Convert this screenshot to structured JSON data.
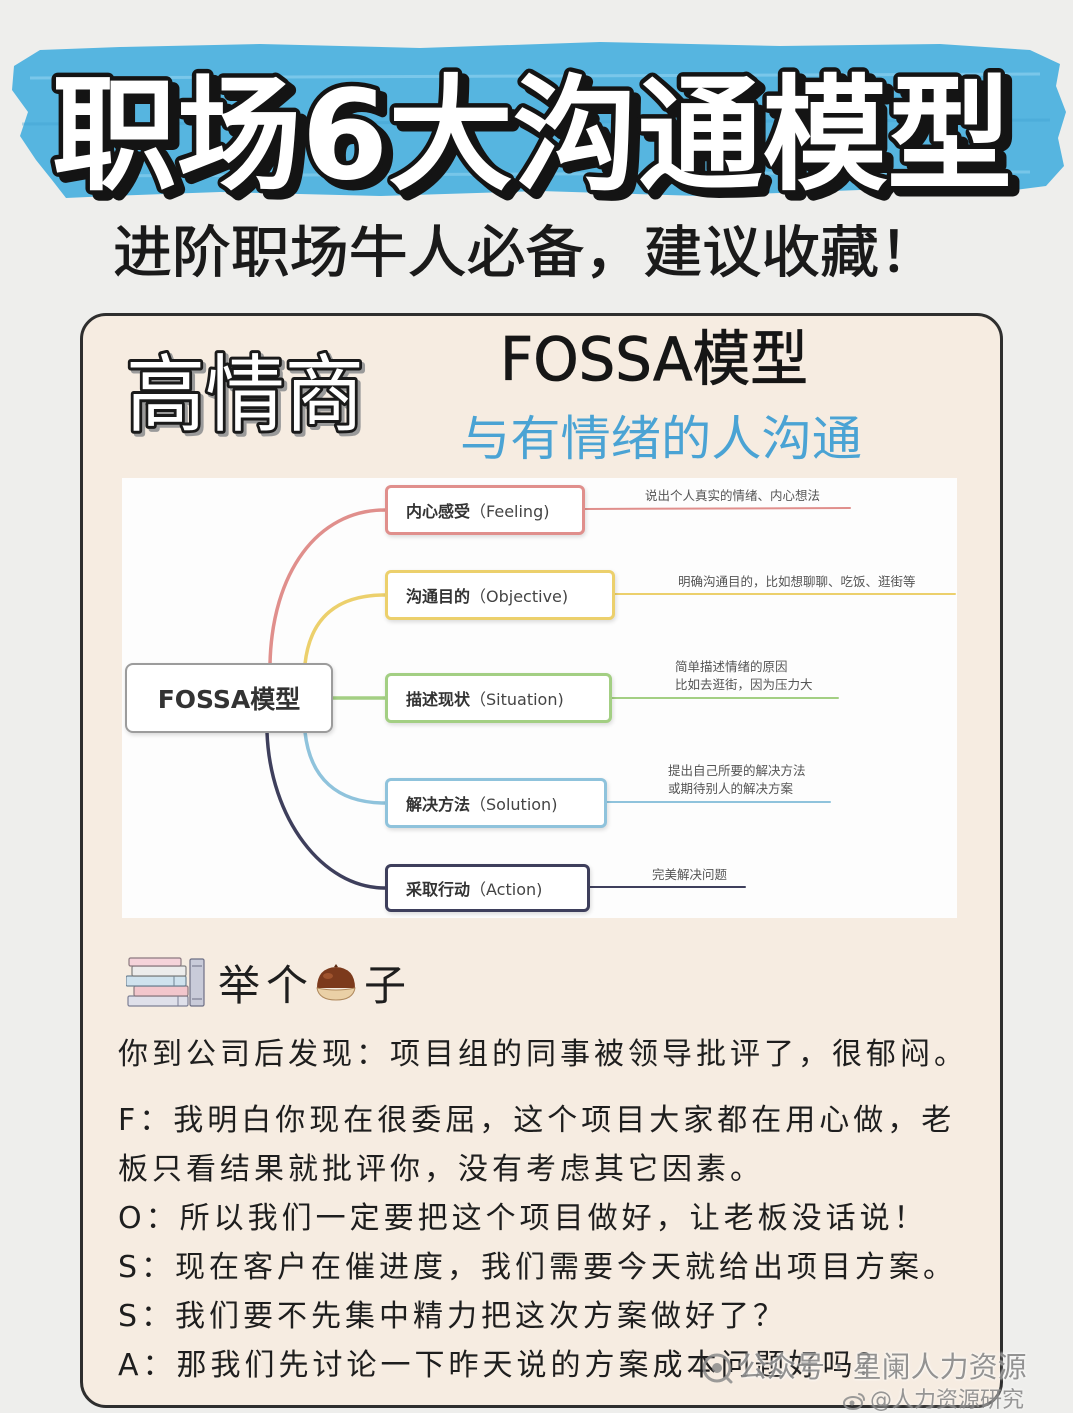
{
  "header": {
    "title": "职场6大沟通模型",
    "subtitle": "进阶职场牛人必备，建议收藏！",
    "banner_color": "#56b5e0"
  },
  "card": {
    "tag": "高情商",
    "model_name": "FOSSA模型",
    "model_tagline": "与有情绪的人沟通",
    "tagline_color": "#4aa3d4",
    "mindmap": {
      "center": "FOSSA模型",
      "branches": [
        {
          "label_cn": "内心感受",
          "label_en": "（Feeling)",
          "desc": [
            "说出个人真实的情绪、内心想法"
          ],
          "color": "#e08f8c"
        },
        {
          "label_cn": "沟通目的",
          "label_en": "（Objective)",
          "desc": [
            "明确沟通目的，比如想聊聊、吃饭、逛街等"
          ],
          "color": "#ecd06c"
        },
        {
          "label_cn": "描述现状",
          "label_en": "（Situation)",
          "desc": [
            "简单描述情绪的原因",
            "比如去逛街，因为压力大"
          ],
          "color": "#a3cf83"
        },
        {
          "label_cn": "解决方法",
          "label_en": "（Solution)",
          "desc": [
            "提出自己所要的解决方法",
            "或期待别人的解决方案"
          ],
          "color": "#8fc3dc"
        },
        {
          "label_cn": "采取行动",
          "label_en": "（Action)",
          "desc": [
            "完美解决问题"
          ],
          "color": "#3e3f5c"
        }
      ]
    },
    "example": {
      "heading_before": "举个",
      "heading_after": "子",
      "intro": "你到公司后发现：项目组的同事被领导批评了，很郁闷。",
      "dialogue_lines": [
        "F：我明白你现在很委屈，这个项目大家都在用心做，老",
        "板只看结果就批评你，没有考虑其它因素。",
        "O：所以我们一定要把这个项目做好，让老板没话说！",
        "S：现在客户在催进度，我们需要今天就给出项目方案。",
        "S：我们要不先集中精力把这次方案做好了？",
        "A：那我们先讨论一下昨天说的方案成本问题好吗？"
      ]
    }
  },
  "watermarks": {
    "account": "公众号 · 星阑人力资源",
    "handle": "@人力资源研究"
  },
  "icons": {
    "book_stack": "book-stack-icon",
    "chestnut": "chestnut-icon",
    "account_logo": "official-account-logo-icon",
    "weibo": "weibo-icon"
  }
}
